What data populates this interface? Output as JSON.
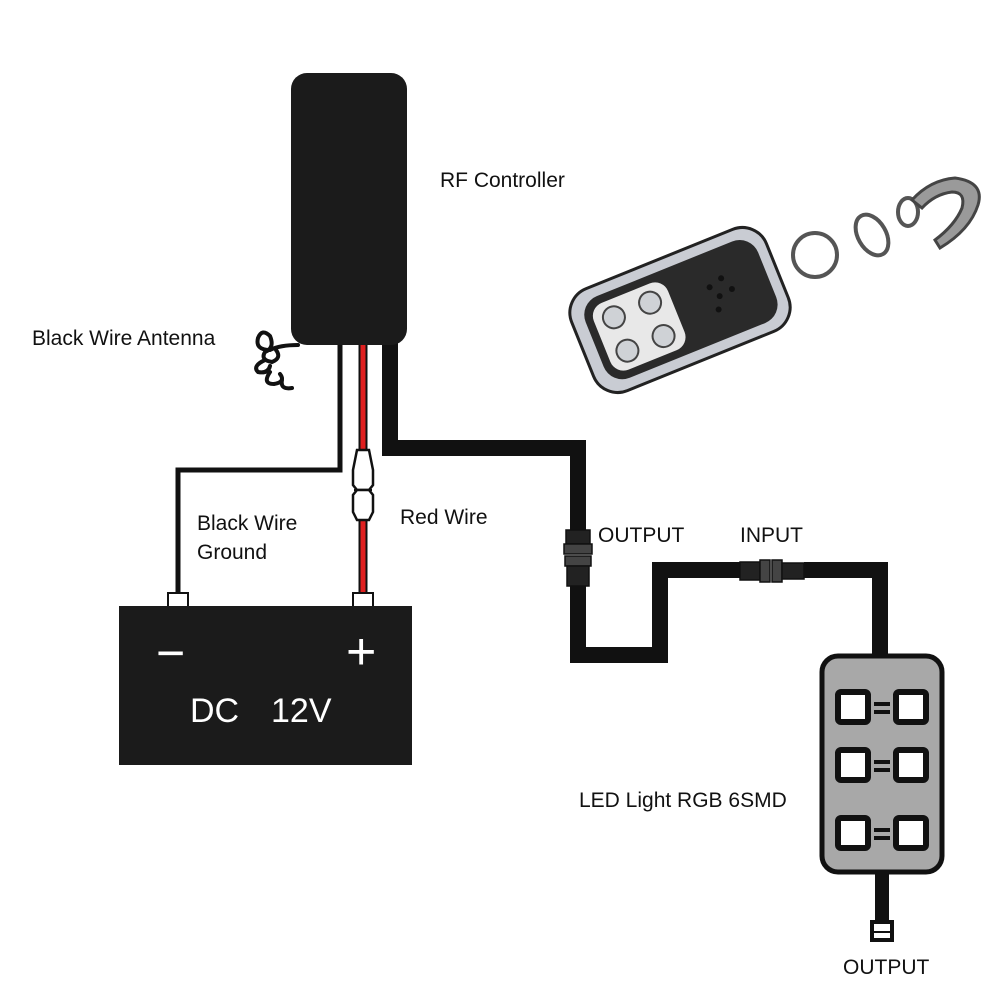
{
  "labels": {
    "rf_controller": "RF Controller",
    "antenna": "Black Wire Antenna",
    "ground_line1": "Black Wire",
    "ground_line2": "Ground",
    "red_wire": "Red Wire",
    "output_top": "OUTPUT",
    "input": "INPUT",
    "led_light": "LED Light RGB 6SMD",
    "output_bottom": "OUTPUT"
  },
  "battery": {
    "minus": "−",
    "plus": "+",
    "voltage_prefix": "DC",
    "voltage": "12V"
  },
  "colors": {
    "wire_black": "#111111",
    "wire_red": "#e02020",
    "device_body": "#1b1b1b",
    "led_panel": "#a8a8a8",
    "remote_chrome": "#c9ccd3"
  },
  "icons": {
    "remote": "key-fob-remote-icon",
    "keyring": "keyring-icon"
  }
}
